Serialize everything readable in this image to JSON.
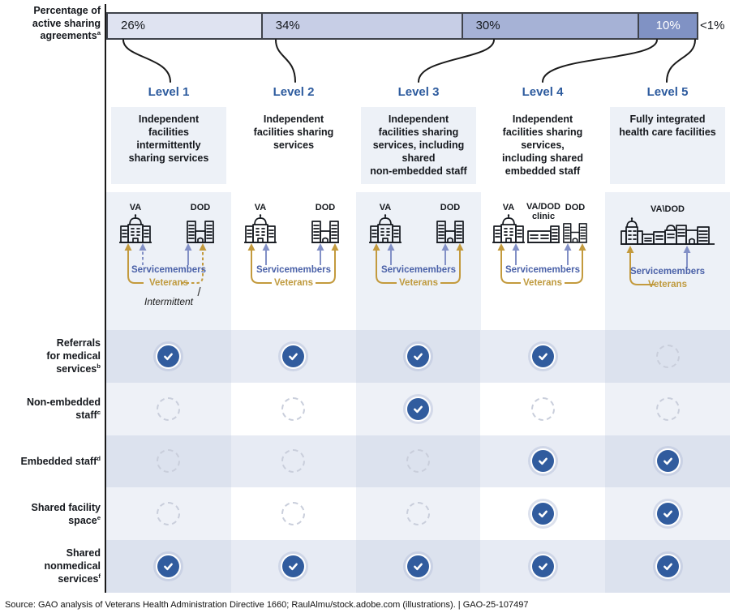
{
  "figure": {
    "axis_label": {
      "text": "Percentage of\nactive sharing\nagreements",
      "sup": "a"
    }
  },
  "chart_data": {
    "type": "bar",
    "stacked": true,
    "title": "Percentage of active sharing agreements",
    "categories": [
      "Level 1",
      "Level 2",
      "Level 3",
      "Level 4",
      "Level 5"
    ],
    "values": [
      26,
      34,
      30,
      10,
      0.5
    ],
    "segments": [
      {
        "label": "26%",
        "value": 26,
        "color": "#dfe3f1",
        "text_color": "#15181d",
        "level": "Level 1"
      },
      {
        "label": "34%",
        "value": 34,
        "color": "#c7cee6",
        "text_color": "#15181d",
        "level": "Level 2"
      },
      {
        "label": "30%",
        "value": 30,
        "color": "#a6b2d6",
        "text_color": "#15181d",
        "level": "Level 3"
      },
      {
        "label": "10%",
        "value": 10,
        "color": "#8092c4",
        "text_color": "#ffffff",
        "level": "Level 4"
      }
    ],
    "outside_label": "<1%"
  },
  "levels": [
    {
      "title": "Level 1",
      "description": "Independent\nfacilities\nintermittently\nsharing services"
    },
    {
      "title": "Level 2",
      "description": "Independent\nfacilities sharing\nservices"
    },
    {
      "title": "Level 3",
      "description": "Independent\nfacilities sharing\nservices, including\nshared\nnon-embedded staff"
    },
    {
      "title": "Level 4",
      "description": "Independent\nfacilities sharing\nservices,\nincluding shared\nembedded staff"
    },
    {
      "title": "Level 5",
      "description": "Fully integrated\nhealth care facilities"
    }
  ],
  "icon_labels": {
    "va": "VA",
    "dod": "DOD",
    "clinic": "VA/DOD\nclinic",
    "vadod": "VA\\DOD",
    "servicemembers": "Servicemembers",
    "veterans": "Veterans",
    "intermittent": "Intermittent"
  },
  "checklist": {
    "rows": [
      {
        "label": "Referrals\nfor medical\nservices",
        "sup": "b",
        "checks": [
          true,
          true,
          true,
          true,
          false
        ]
      },
      {
        "label": "Non-embedded\nstaff",
        "sup": "c",
        "checks": [
          false,
          false,
          true,
          false,
          false
        ]
      },
      {
        "label": "Embedded staff",
        "sup": "d",
        "checks": [
          false,
          false,
          false,
          true,
          true
        ]
      },
      {
        "label": "Shared facility\nspace",
        "sup": "e",
        "checks": [
          false,
          false,
          false,
          true,
          true
        ]
      },
      {
        "label": "Shared\nnonmedical\nservices",
        "sup": "f",
        "checks": [
          true,
          true,
          true,
          true,
          true
        ]
      }
    ]
  },
  "source_line": "Source: GAO analysis of Veterans Health Administration Directive 1660; RaulAlmu/stock.adobe.com (illustrations).  |  GAO-25-107497"
}
